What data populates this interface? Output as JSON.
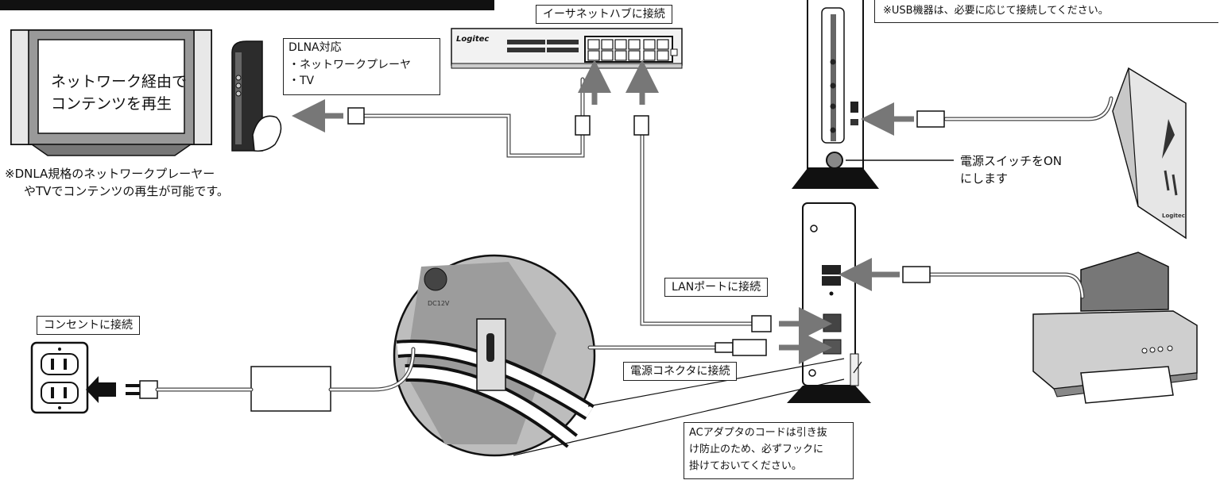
{
  "labels": {
    "ethernet_hub": "イーサネットハブに接続",
    "usb_note": "※USB機器は、必要に応じて接続してください。",
    "dlna_title": "DLNA対応",
    "dlna_item_1": "・ネットワークプレーヤ",
    "dlna_item_2": "・TV",
    "tv_screen_line1": "ネットワーク経由で",
    "tv_screen_line2": "コンテンツを再生",
    "dnla_note_line1": "※DNLA規格のネットワークプレーヤー",
    "dnla_note_line2": "やTVでコンテンツの再生が可能です。",
    "power_switch_line1": "電源スイッチをON",
    "power_switch_line2": "にします",
    "lan_port": "LANポートに接続",
    "outlet": "コンセントに接続",
    "power_connector": "電源コネクタに接続",
    "ac_note_line1": "ACアダプタのコードは引き抜",
    "ac_note_line2": "け防止のため、必ずフックに",
    "ac_note_line3": "掛けておいてください。",
    "hub_brand": "Logitec",
    "printed_dc": "DC12V",
    "nas_brand": "Logitec"
  }
}
